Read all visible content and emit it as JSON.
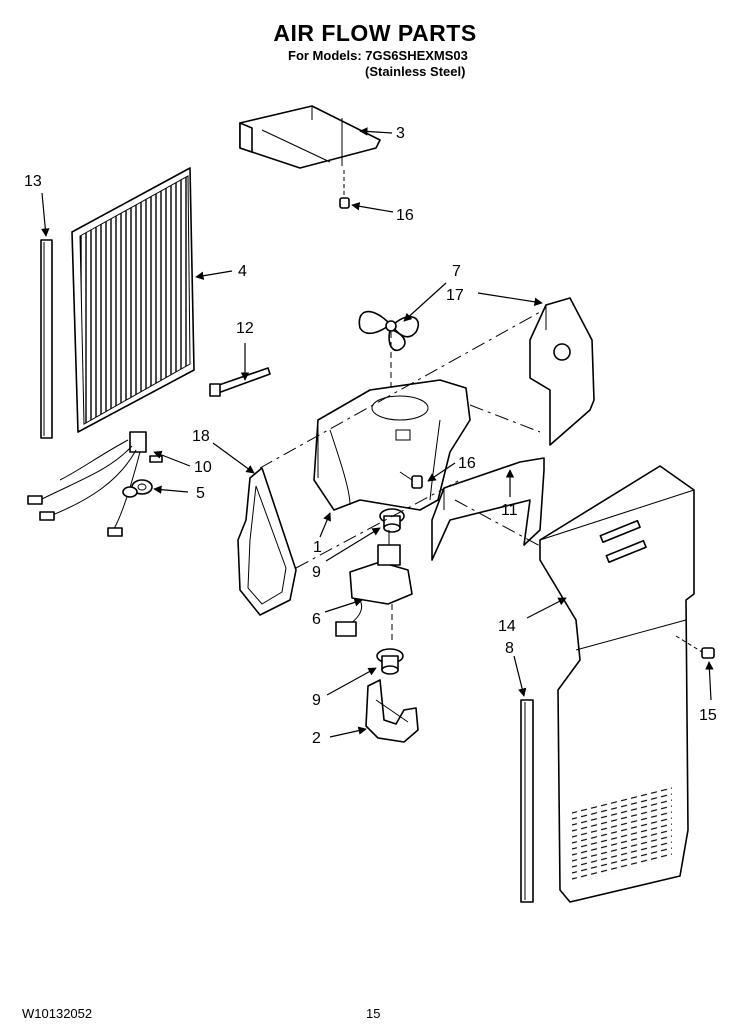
{
  "header": {
    "title": "AIR FLOW PARTS",
    "models_line": "For Models: 7GS6SHEXMS03",
    "finish_line": "(Stainless Steel)"
  },
  "footer": {
    "doc_number": "W10132052",
    "page_number": "15"
  },
  "callouts": {
    "c1": "1",
    "c2": "2",
    "c3": "3",
    "c4": "4",
    "c5": "5",
    "c6": "6",
    "c7": "7",
    "c8": "8",
    "c9a": "9",
    "c9b": "9",
    "c10": "10",
    "c11": "11",
    "c12": "12",
    "c13": "13",
    "c14": "14",
    "c15": "15",
    "c16a": "16",
    "c16b": "16",
    "c17": "17",
    "c18": "18"
  }
}
